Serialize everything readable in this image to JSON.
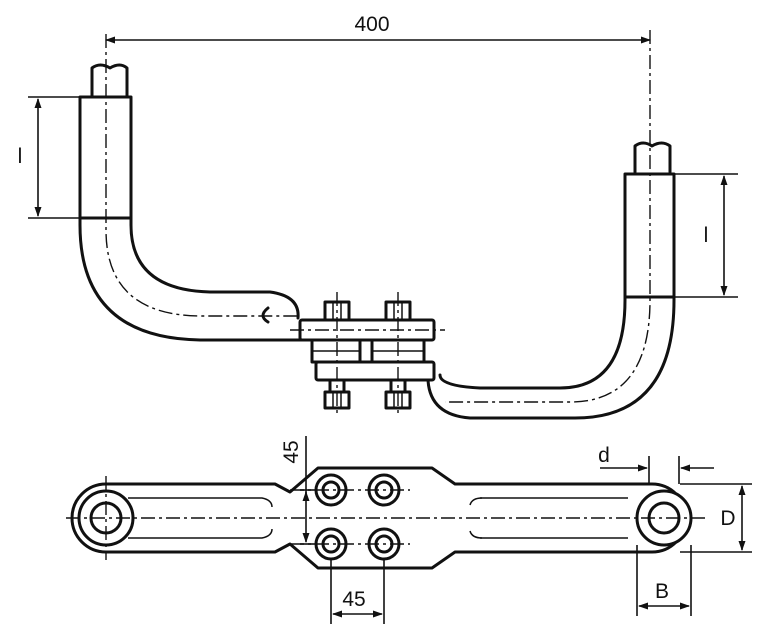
{
  "dimensions": {
    "overall_width": "400",
    "left_vertical_length": "l",
    "right_vertical_length": "l",
    "bolt_spacing_vertical": "45",
    "bolt_spacing_horizontal": "45",
    "hole_diameter": "d",
    "end_diameter": "D",
    "end_width": "B"
  }
}
